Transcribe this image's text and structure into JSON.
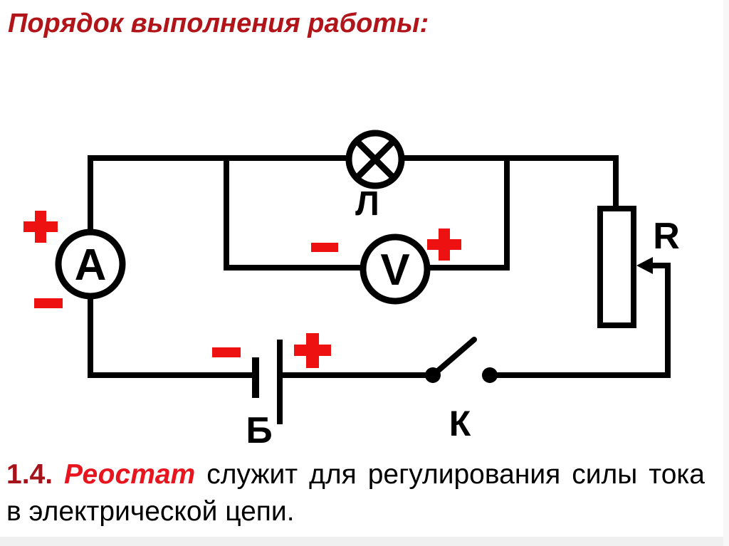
{
  "title": {
    "text": "Порядок выполнения работы:",
    "color": "#b11419"
  },
  "circuit": {
    "components": {
      "ammeter": {
        "label": "А",
        "type": "ammeter",
        "polarity": "plus above, minus below"
      },
      "lamp": {
        "label": "Л",
        "type": "lamp"
      },
      "voltmeter": {
        "label": "V",
        "type": "voltmeter",
        "polarity": "minus left, plus right"
      },
      "rheostat": {
        "label": "R",
        "type": "rheostat with sliding wiper arrow"
      },
      "battery": {
        "label": "Б",
        "type": "battery",
        "polarity": "minus left, plus right"
      },
      "switch": {
        "label": "К",
        "type": "open knife switch"
      }
    },
    "icons": {
      "plus": "+",
      "minus": "−",
      "lamp_cross": "⊗",
      "wiper_arrow": "←"
    },
    "colors": {
      "wire": "#000000",
      "polarity": "#ee1111",
      "component_fill": "#ffffff"
    }
  },
  "caption": {
    "line1": {
      "number": "1.4. ",
      "term": "Реостат",
      "rest": " служит для регулирования силы тока"
    },
    "line2": "в электрической цепи.",
    "number_color": "#a31319",
    "term_color": "#e8141e"
  }
}
